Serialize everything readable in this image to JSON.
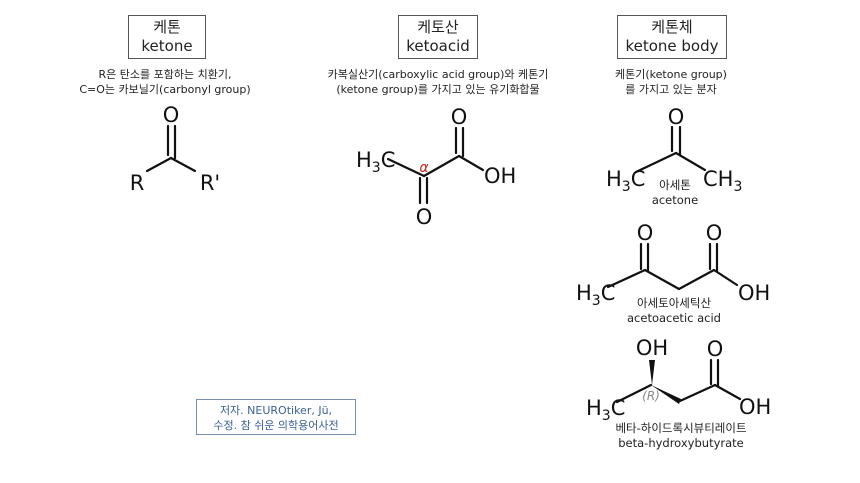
{
  "ketone": {
    "title_ko": "케톤",
    "title_en": "ketone",
    "desc1": "R은 탄소를 포함하는 치환기,",
    "desc2": "C=O는 카보닐기(carbonyl group)",
    "atoms": {
      "o": "O",
      "r": "R",
      "r2": "R'"
    }
  },
  "ketoacid": {
    "title_ko": "케토산",
    "title_en": "ketoacid",
    "desc1": "카복실산기(carboxylic acid group)와 케톤기",
    "desc2": "(ketone group)를 가지고 있는 유기화합물",
    "atoms": {
      "h": "H",
      "three": "3",
      "c": "C",
      "alpha": "α",
      "o_top": "O",
      "oh": "OH",
      "o_bottom": "O"
    }
  },
  "ketone_body": {
    "title_ko": "케톤체",
    "title_en": "ketone body",
    "desc1": "케톤기(ketone group)",
    "desc2": "를 가지고 있는 분자"
  },
  "acetone": {
    "name_ko": "아세톤",
    "name_en": "acetone",
    "atoms": {
      "h": "H",
      "three": "3",
      "c": "C",
      "ch": "CH",
      "o": "O"
    }
  },
  "acetoacetic": {
    "name_ko": "아세토아세틱산",
    "name_en": "acetoacetic acid",
    "atoms": {
      "h": "H",
      "three": "3",
      "c": "C",
      "o1": "O",
      "o2": "O",
      "oh": "OH"
    }
  },
  "bhb": {
    "name_ko": "베타-하이드록시뷰티레이트",
    "name_en": "beta-hydroxybutyrate",
    "atoms": {
      "h": "H",
      "three": "3",
      "c": "C",
      "oh_top": "OH",
      "r_label": "(R)",
      "o": "O",
      "oh": "OH"
    }
  },
  "credit": {
    "line1": "저자. NEUROtiker, Jü,",
    "line2": "수정. 참 쉬운 의학용어사전"
  }
}
